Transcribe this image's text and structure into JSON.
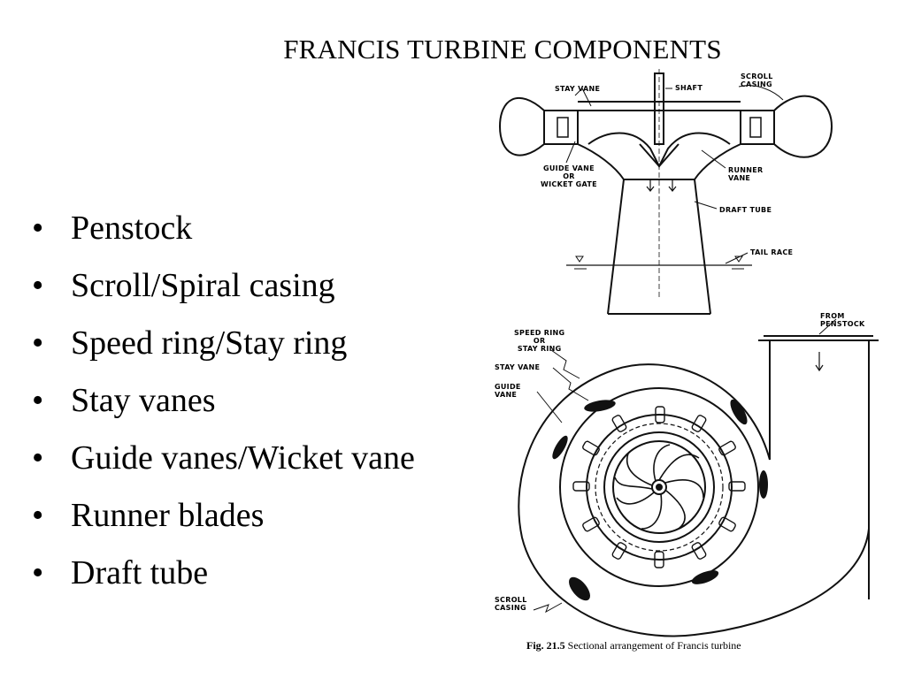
{
  "slide": {
    "title": "FRANCIS TURBINE  COMPONENTS",
    "bullets": [
      "Penstock",
      "Scroll/Spiral casing",
      "Speed ring/Stay ring",
      "Stay vanes",
      "Guide vanes/Wicket vane",
      "Runner blades",
      "Draft tube"
    ],
    "bullet_symbol": "•"
  },
  "figure": {
    "caption_number": "Fig. 21.5",
    "caption_text": "Sectional arrangement of Francis turbine",
    "labels": {
      "stay_vane_top": "STAY VANE",
      "shaft": "SHAFT",
      "scroll_casing_top": "SCROLL\nCASING",
      "guide_vane_top": "GUIDE VANE\nOR\nWICKET GATE",
      "runner_vane": "RUNNER\nVANE",
      "draft_tube": "DRAFT TUBE",
      "tail_race": "TAIL RACE",
      "from_penstock": "FROM\nPENSTOCK",
      "speed_ring": "SPEED RING\nOR\nSTAY RING",
      "stay_vane_bottom": "STAY VANE",
      "guide_vane_bottom": "GUIDE\nVANE",
      "scroll_casing_bottom": "SCROLL\nCASING"
    }
  }
}
